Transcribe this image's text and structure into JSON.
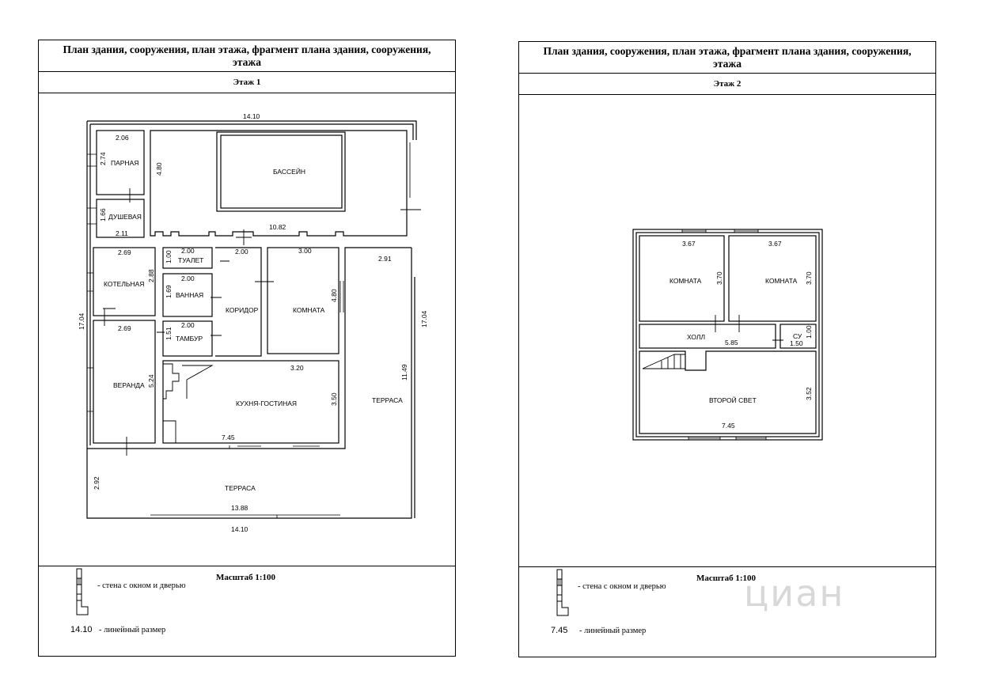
{
  "sheets": [
    {
      "title": "План здания, сооружения, план этажа, фрагмент плана здания, сооружения, этажа",
      "floor": "Этаж 1",
      "scale": "Масштаб 1:100",
      "legend": {
        "wall_text": "- стена с окном и дверью",
        "dim_value": "14.10",
        "dim_text": "- линейный размер"
      },
      "rooms": {
        "parnaya": "ПАРНАЯ",
        "dushevaya": "ДУШЕВАЯ",
        "basseyn": "БАССЕЙН",
        "kotelnaya": "КОТЕЛЬНАЯ",
        "tualet": "ТУАЛЕТ",
        "vannaya": "ВАННАЯ",
        "tambur": "ТАМБУР",
        "koridor": "КОРИДОР",
        "komnata": "КОМНАТА",
        "veranda": "ВЕРАНДА",
        "kuhnya": "КУХНЯ-ГОСТИНАЯ",
        "terrasa_right": "ТЕРРАСА",
        "terrasa_bottom": "ТЕРРАСА"
      },
      "dims": {
        "top_width": "14.10",
        "bottom_width": "14.10",
        "parnaya_w": "2.06",
        "parnaya_h": "2.74",
        "pool_h": "4.80",
        "pool_w": "10.82",
        "dush_h": "1.66",
        "dush_w": "2.11",
        "left_height": "17.04",
        "right_height": "17.04",
        "kotel_w": "2.69",
        "kotel_h": "2.88",
        "tualet_w": "2.00",
        "tualet_h": "1.00",
        "vannaya_w": "2.00",
        "vannaya_h": "1.69",
        "tambur_w": "2.00",
        "tambur_h": "1.51",
        "koridor_w": "2.00",
        "komnata_w": "3.00",
        "komnata_h": "4.80",
        "terrasa_w": "2.91",
        "terrasa_h": "11.49",
        "veranda_w": "2.69",
        "veranda_h": "5.24",
        "kuhnya_w_top": "3.20",
        "kuhnya_h": "3.50",
        "kuhnya_w": "7.45",
        "bottom_terrasa_h": "2.92",
        "bottom_terrasa_w": "13.88"
      }
    },
    {
      "title": "План здания, сооружения, план этажа, фрагмент плана здания, сооружения, этажа",
      "floor": "Этаж 2",
      "scale": "Масштаб 1:100",
      "legend": {
        "wall_text": "- стена с окном и дверью",
        "dim_value": "7.45",
        "dim_text": "- линейный размер"
      },
      "rooms": {
        "komnata1": "КОМНАТА",
        "komnata2": "КОМНАТА",
        "holl": "ХОЛЛ",
        "su": "СУ",
        "vtoroy_svet": "ВТОРОЙ СВЕТ"
      },
      "dims": {
        "k1_w": "3.67",
        "k1_h": "3.70",
        "k2_w": "3.67",
        "k2_h": "3.70",
        "holl_w": "5.85",
        "su_w": "1.50",
        "su_h": "1.00",
        "vs_h": "3.52",
        "vs_w": "7.45"
      }
    }
  ],
  "watermark": "циан"
}
